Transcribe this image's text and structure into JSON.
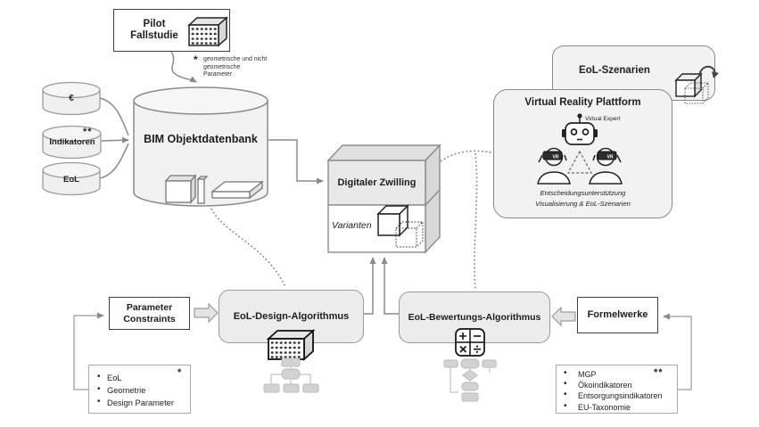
{
  "pilot": {
    "label": "Pilot Fallstudie"
  },
  "note": {
    "star": "*",
    "text": "geometrische und nicht geometrische Parameter"
  },
  "sources": {
    "euro": "€",
    "indicators": "Indikatoren",
    "indicators_stars": "**",
    "eol": "EoL"
  },
  "bim": {
    "label": "BIM Objektdatenbank"
  },
  "twin": {
    "title": "Digitaler Zwilling",
    "variants": "Varianten"
  },
  "scenarios": {
    "label": "EoL-Szenarien"
  },
  "vr": {
    "title": "Virtual Reality Plattform",
    "expert": "Virtual Expert",
    "goggle_label": "VR",
    "subtitle1": "Entscheidungsunterstützung",
    "subtitle2": "Visualisierung & EoL-Szenarien"
  },
  "constraints": {
    "label": "Parameter Constraints"
  },
  "design_algo": {
    "label": "EoL-Design-Algorithmus"
  },
  "eval_algo": {
    "label": "EoL-Bewertungs-Algorithmus"
  },
  "formulas": {
    "label": "Formelwerke"
  },
  "left_list": {
    "star": "*",
    "items": [
      "EoL",
      "Geometrie",
      "Design Parameter"
    ]
  },
  "right_list": {
    "stars": "**",
    "items": [
      "MGP",
      "Ökoindikatoren",
      "Entsorgungsindikatoren",
      "EU-Taxonomie"
    ]
  },
  "colors": {
    "panel_fill": "#f2f2f2",
    "algo_fill": "#ececec",
    "line_gray": "#8a8a8a",
    "dark_border": "#3f3f3f",
    "flowchart_gray": "#cccccc"
  }
}
